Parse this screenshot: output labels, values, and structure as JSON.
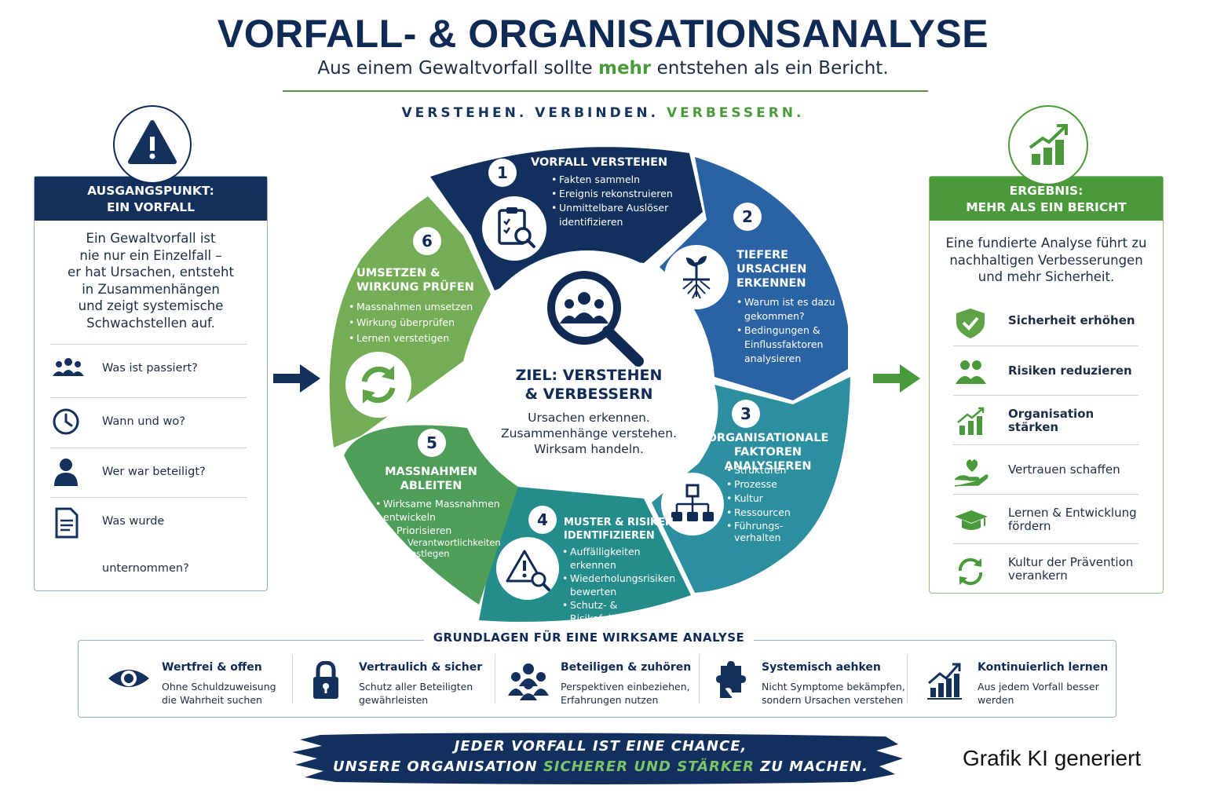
{
  "header": {
    "title": "VORFALL- & ORGANISATIONSANALYSE",
    "subtitle_pre": "Aus einem Gewaltvorfall sollte ",
    "subtitle_highlight": "mehr",
    "subtitle_post": " entstehen als ein Bericht.",
    "motto_part1": "VERSTEHEN. VERBINDEN. ",
    "motto_part2": "VERBESSERN."
  },
  "left_panel": {
    "icon": "warning-icon",
    "heading_line1": "AUSGANGSPUNKT:",
    "heading_line2": "EIN VORFALL",
    "intro_lines": [
      "Ein Gewaltvorfall ist",
      "nie nur ein Einzelfall –",
      "er hat Ursachen, entsteht",
      "in Zusammenhängen",
      "und zeigt systemische",
      "Schwachstellen auf."
    ],
    "questions": [
      {
        "icon": "group-icon",
        "label": "Was ist passiert?"
      },
      {
        "icon": "clock-icon",
        "label": "Wann und wo?"
      },
      {
        "icon": "person-icon",
        "label": "Wer war beteiligt?"
      },
      {
        "icon": "document-icon",
        "label": "Was wurde unternommen?"
      }
    ]
  },
  "right_panel": {
    "icon": "growth-chart-icon",
    "heading_line1": "ERGEBNIS:",
    "heading_line2": "MEHR ALS EIN BERICHT",
    "intro_lines": [
      "Eine fundierte Analyse führt zu",
      "nachhaltigen Verbesserungen",
      "und mehr Sicherheit."
    ],
    "results": [
      {
        "icon": "shield-check-icon",
        "line1": "Sicherheit erhöhen",
        "line2": ""
      },
      {
        "icon": "people-icon",
        "line1": "Risiken reduzieren",
        "line2": ""
      },
      {
        "icon": "growth-chart-icon",
        "line1": "Organisation stärken",
        "line2": ""
      },
      {
        "icon": "heart-hand-icon",
        "line1": "Vertrauen schaffen",
        "line2": ""
      },
      {
        "icon": "graduation-cap-icon",
        "line1": "Lernen & Entwicklung",
        "line2": "fördern"
      },
      {
        "icon": "cycle-icon",
        "line1": "Kultur der Prävention",
        "line2": "verankern"
      }
    ]
  },
  "wheel": {
    "center_goal_line1": "ZIEL: VERSTEHEN",
    "center_goal_line2": "& VERBESSERN",
    "center_text_lines": [
      "Ursachen erkennen.",
      "Zusammenhänge verstehen.",
      "Wirksam handeln."
    ],
    "segments": [
      {
        "number": "1",
        "color": "#12305e",
        "icon": "clipboard-search-icon",
        "title_lines": [
          "VORFALL VERSTEHEN"
        ],
        "items": [
          "Fakten sammeln",
          "Ereignis rekonstruieren",
          "Unmittelbare Auslöser identifizieren"
        ]
      },
      {
        "number": "2",
        "color": "#2a63a3",
        "icon": "plant-roots-icon",
        "title_lines": [
          "TIEFERE",
          "URSACHEN",
          "ERKENNEN"
        ],
        "items": [
          "Warum ist es dazu gekommen?",
          "Bedingungen & Einflussfaktoren analysieren"
        ]
      },
      {
        "number": "3",
        "color": "#2b8fa0",
        "icon": "org-chart-icon",
        "title_lines": [
          "ORGANISATIONALE",
          "FAKTOREN ANALYSIEREN"
        ],
        "items": [
          "Strukturen",
          "Prozesse",
          "Kultur",
          "Ressourcen",
          "Führungs- verhalten"
        ]
      },
      {
        "number": "4",
        "color": "#248c8a",
        "icon": "warning-search-icon",
        "title_lines": [
          "MUSTER & RISIKEN",
          "IDENTIFIZIEREN"
        ],
        "items": [
          "Auffälligkeiten erkennen",
          "Wiederholungsrisiken bewerten",
          "Schutz- & Risikofaktoren bestimmen"
        ]
      },
      {
        "number": "5",
        "color": "#4e9e5a",
        "icon": "",
        "title_lines": [
          "MASSNAHMEN",
          "ABLEITEN"
        ],
        "items": [
          "Wirksame Massnahmen entwickeln",
          "Priorisieren",
          "Verantwortlichkeiten festlegen"
        ]
      },
      {
        "number": "6",
        "color": "#74ad55",
        "icon": "refresh-cycle-icon",
        "title_lines": [
          "UMSETZEN &",
          "WIRKUNG PRÜFEN"
        ],
        "items": [
          "Massnahmen umsetzen",
          "Wirkung überprüfen",
          "Lernen verstetigen"
        ]
      }
    ]
  },
  "foundations": {
    "title": "GRUNDLAGEN FÜR EINE WIRKSAME ANALYSE",
    "items": [
      {
        "icon": "eye-icon",
        "title": "Wertfrei & offen",
        "line1": "Ohne Schuldzuweisung",
        "line2": "die Wahrheit suchen"
      },
      {
        "icon": "lock-icon",
        "title": "Vertraulich & sicher",
        "line1": "Schutz aller Beteiligten",
        "line2": "gewährleisten"
      },
      {
        "icon": "group-icon",
        "title": "Beteiligen & zuhören",
        "line1": "Perspektiven einbeziehen,",
        "line2": "Erfahrungen nutzen"
      },
      {
        "icon": "puzzle-icon",
        "title": "Systemisch aehken",
        "line1": "Nicht Symptome bekämpfen,",
        "line2": "sondern Ursachen verstehen"
      },
      {
        "icon": "growth-chart-icon",
        "title": "Kontinuierlich lernen",
        "line1": "Aus jedem Vorfall besser",
        "line2": "werden"
      }
    ]
  },
  "banner": {
    "line1": "JEDER VORFALL IST EINE CHANCE,",
    "line2_pre": "UNSERE ORGANISATION ",
    "line2_highlight": "SICHERER UND STÄRKER",
    "line2_post": " ZU MACHEN."
  },
  "credit": "Grafik KI generiert"
}
